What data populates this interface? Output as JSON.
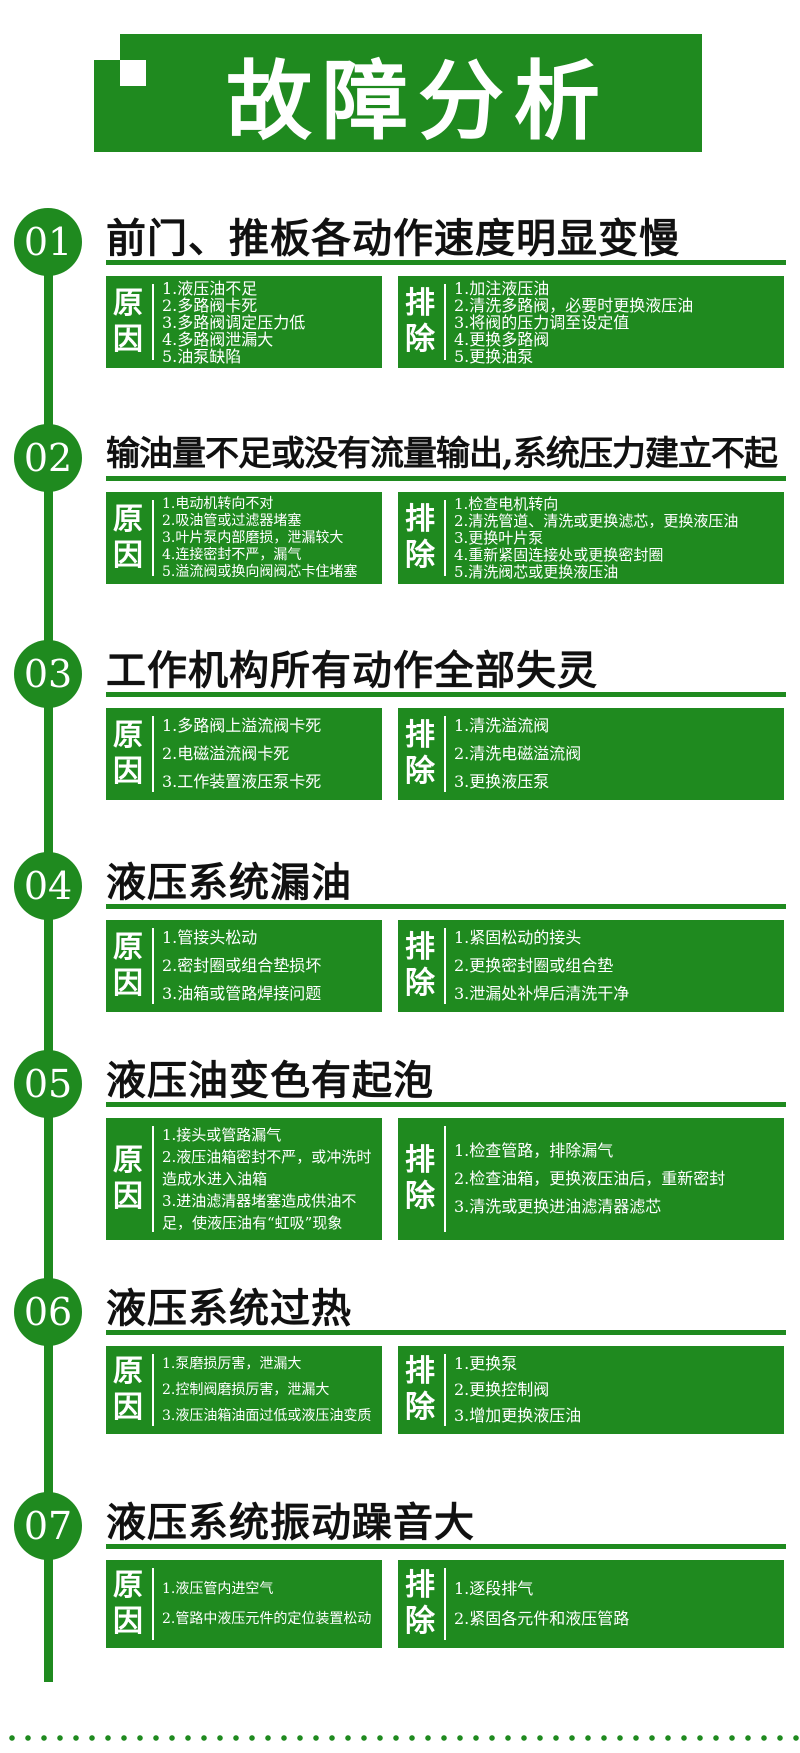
{
  "page_title": "故障分析",
  "sections": [
    {
      "number": "01",
      "title": "前门、推板各动作速度明显变慢",
      "cause_label_1": "原",
      "cause_label_2": "因",
      "fix_label_1": "排",
      "fix_label_2": "除",
      "causes": [
        "1.液压油不足",
        "2.多路阀卡死",
        "3.多路阀调定压力低",
        "4.多路阀泄漏大",
        "5.油泵缺陷"
      ],
      "fixes": [
        "1.加注液压油",
        "2.清洗多路阀，必要时更换液压油",
        "3.将阀的压力调至设定值",
        "4.更换多路阀",
        "5.更换油泵"
      ]
    },
    {
      "number": "02",
      "title": "输油量不足或没有流量输出,系统压力建立不起",
      "cause_label_1": "原",
      "cause_label_2": "因",
      "fix_label_1": "排",
      "fix_label_2": "除",
      "causes": [
        "1.电动机转向不对",
        "2.吸油管或过滤器堵塞",
        "3.叶片泵内部磨损，泄漏较大",
        "4.连接密封不严，漏气",
        "5.溢流阀或换向阀阀芯卡住堵塞"
      ],
      "fixes": [
        "1.检查电机转向",
        "2.清洗管道、清洗或更换滤芯，更换液压油",
        "3.更换叶片泵",
        "4.重新紧固连接处或更换密封圈",
        "5.清洗阀芯或更换液压油"
      ]
    },
    {
      "number": "03",
      "title": "工作机构所有动作全部失灵",
      "cause_label_1": "原",
      "cause_label_2": "因",
      "fix_label_1": "排",
      "fix_label_2": "除",
      "causes": [
        "1.多路阀上溢流阀卡死",
        "2.电磁溢流阀卡死",
        "3.工作装置液压泵卡死"
      ],
      "fixes": [
        "1.清洗溢流阀",
        "2.清洗电磁溢流阀",
        "3.更换液压泵"
      ]
    },
    {
      "number": "04",
      "title": "液压系统漏油",
      "cause_label_1": "原",
      "cause_label_2": "因",
      "fix_label_1": "排",
      "fix_label_2": "除",
      "causes": [
        "1.管接头松动",
        "2.密封圈或组合垫损坏",
        "3.油箱或管路焊接问题"
      ],
      "fixes": [
        "1.紧固松动的接头",
        "2.更换密封圈或组合垫",
        "3.泄漏处补焊后清洗干净"
      ]
    },
    {
      "number": "05",
      "title": "液压油变色有起泡",
      "cause_label_1": "原",
      "cause_label_2": "因",
      "fix_label_1": "排",
      "fix_label_2": "除",
      "causes": [
        "1.接头或管路漏气",
        "2.液压油箱密封不严，或冲洗时造成水进入油箱",
        "3.进油滤清器堵塞造成供油不足，使液压油有“虹吸”现象"
      ],
      "fixes": [
        "1.检查管路，排除漏气",
        "2.检查油箱，更换液压油后，重新密封",
        "3.清洗或更换进油滤清器滤芯"
      ]
    },
    {
      "number": "06",
      "title": "液压系统过热",
      "cause_label_1": "原",
      "cause_label_2": "因",
      "fix_label_1": "排",
      "fix_label_2": "除",
      "causes": [
        "1.泵磨损厉害，泄漏大",
        "2.控制阀磨损厉害，泄漏大",
        "3.液压油箱油面过低或液压油变质"
      ],
      "fixes": [
        "1.更换泵",
        "2.更换控制阀",
        "3.增加更换液压油"
      ]
    },
    {
      "number": "07",
      "title": "液压系统振动躁音大",
      "cause_label_1": "原",
      "cause_label_2": "因",
      "fix_label_1": "排",
      "fix_label_2": "除",
      "causes": [
        "1.液压管内进空气",
        "2.管路中液压元件的定位装置松动"
      ],
      "fixes": [
        "1.逐段排气",
        "2.紧固各元件和液压管路"
      ]
    }
  ]
}
